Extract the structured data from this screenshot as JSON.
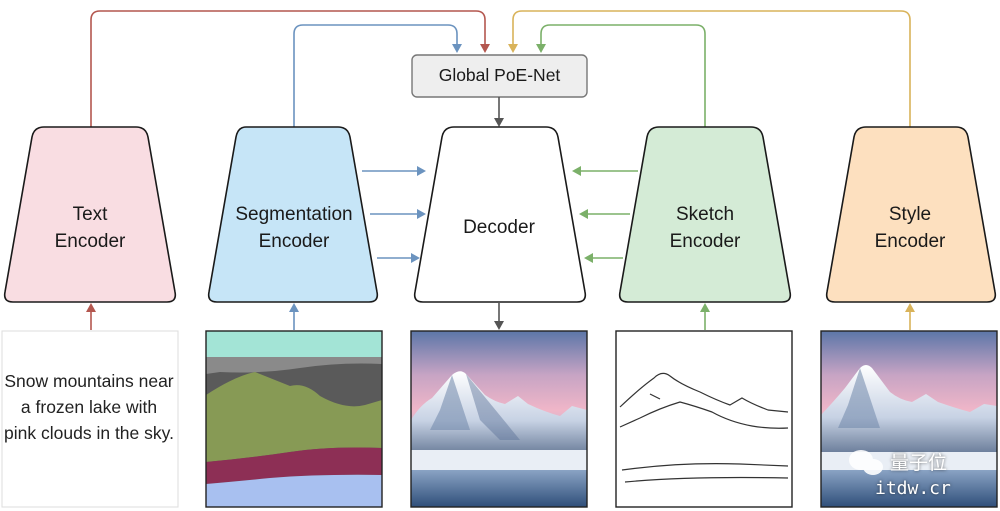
{
  "global_module": {
    "label": "Global PoE-Net"
  },
  "encoders": [
    {
      "id": "text",
      "line1": "Text",
      "line2": "Encoder",
      "color": "#f9dde2"
    },
    {
      "id": "segmentation",
      "line1": "Segmentation",
      "line2": "Encoder",
      "color": "#c6e5f7"
    },
    {
      "id": "sketch",
      "line1": "Sketch",
      "line2": "Encoder",
      "color": "#d4ebd6"
    },
    {
      "id": "style",
      "line1": "Style",
      "line2": "Encoder",
      "color": "#fde0bf"
    }
  ],
  "decoder": {
    "label": "Decoder",
    "color": "#ffffff"
  },
  "text_input": {
    "caption": "Snow mountains near a frozen lake with pink clouds in the sky."
  },
  "arrow_colors": {
    "text": "#b4574f",
    "segmentation": "#6b93bf",
    "sketch": "#7bb069",
    "style": "#d9b35a",
    "global": "#555555"
  },
  "watermark": {
    "name": "量子位",
    "site": "itdw.cr"
  }
}
